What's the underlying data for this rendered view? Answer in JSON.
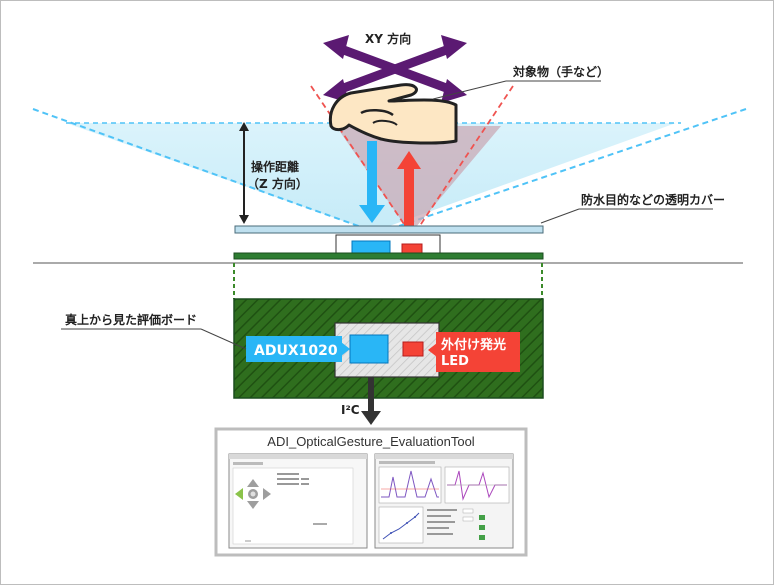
{
  "labels": {
    "xy_direction": "XY 方向",
    "target_object": "対象物（手など）",
    "operating_distance_line1": "操作距離",
    "operating_distance_line2": "（Z 方向）",
    "transparent_cover": "防水目的などの透明カバー",
    "board_top_view": "真上から見た評価ボード",
    "sensor_name": "ADUX1020",
    "external_led_line1": "外付け発光",
    "external_led_line2": "LED",
    "i2c": "I²C",
    "tool_name": "ADI_OpticalGesture_EvaluationTool"
  },
  "colors": {
    "purple_arrow": "#5b1a72",
    "sensor_blue": "#29b6f6",
    "led_red": "#f44336",
    "board_green": "#2e6b1f",
    "cover_blue": "#bfe0ef",
    "hand_skin": "#fde7c4"
  },
  "icons": {
    "hand": "hand-icon",
    "arrow_up": "up-arrow-icon",
    "arrow_down": "down-arrow-icon"
  }
}
